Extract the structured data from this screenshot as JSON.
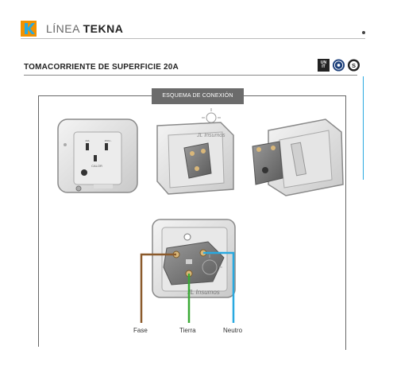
{
  "header": {
    "brand_prefix": "LÍNEA",
    "brand_name": "TEKNA",
    "accent_color": "#29a9e0",
    "logo_color": "#f29200"
  },
  "product": {
    "title": "TOMACORRIENTE DE SUPERFICIE 20A"
  },
  "badges": {
    "badge_1": "UNIT",
    "badge_2": "",
    "badge_3": "S"
  },
  "diagram": {
    "tab_label": "ESQUEMA DE CONEXIÓN",
    "watermark": "JL Insumos",
    "socket_label": "CALOR",
    "socket_ratings": [
      "20A",
      "250V~"
    ]
  },
  "wires": {
    "fase": {
      "label": "Fase",
      "color": "#8b5a2b"
    },
    "tierra": {
      "label": "Tierra",
      "color": "#3aaa35"
    },
    "neutro": {
      "label": "Neutro",
      "color": "#29a9e0"
    }
  }
}
